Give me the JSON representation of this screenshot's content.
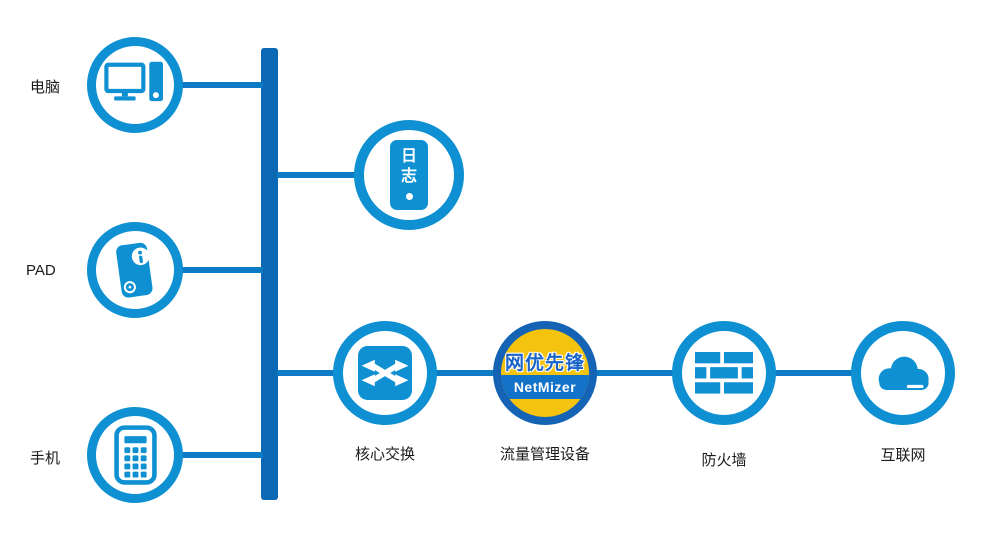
{
  "colors": {
    "ring_blue": "#0e90d2",
    "bar_blue": "#0a68b4",
    "line_blue": "#0c7ac4",
    "label_color": "#1a1a1a",
    "netmizer_ring": "#1563b5",
    "netmizer_yellow": "#f4c30f",
    "netmizer_band": "#1272c8",
    "netmizer_brand": "#1a64c8"
  },
  "nodes": {
    "computer": {
      "label": "电脑"
    },
    "pad": {
      "label": "PAD"
    },
    "phone": {
      "label": "手机"
    },
    "log": {
      "chars": [
        "日",
        "志"
      ]
    },
    "core_switch": {
      "label": "核心交换"
    },
    "traffic_device": {
      "label": "流量管理设备",
      "brand": "网优先锋",
      "product": "NetMizer"
    },
    "firewall": {
      "label": "防火墙"
    },
    "internet": {
      "label": "互联网"
    }
  }
}
